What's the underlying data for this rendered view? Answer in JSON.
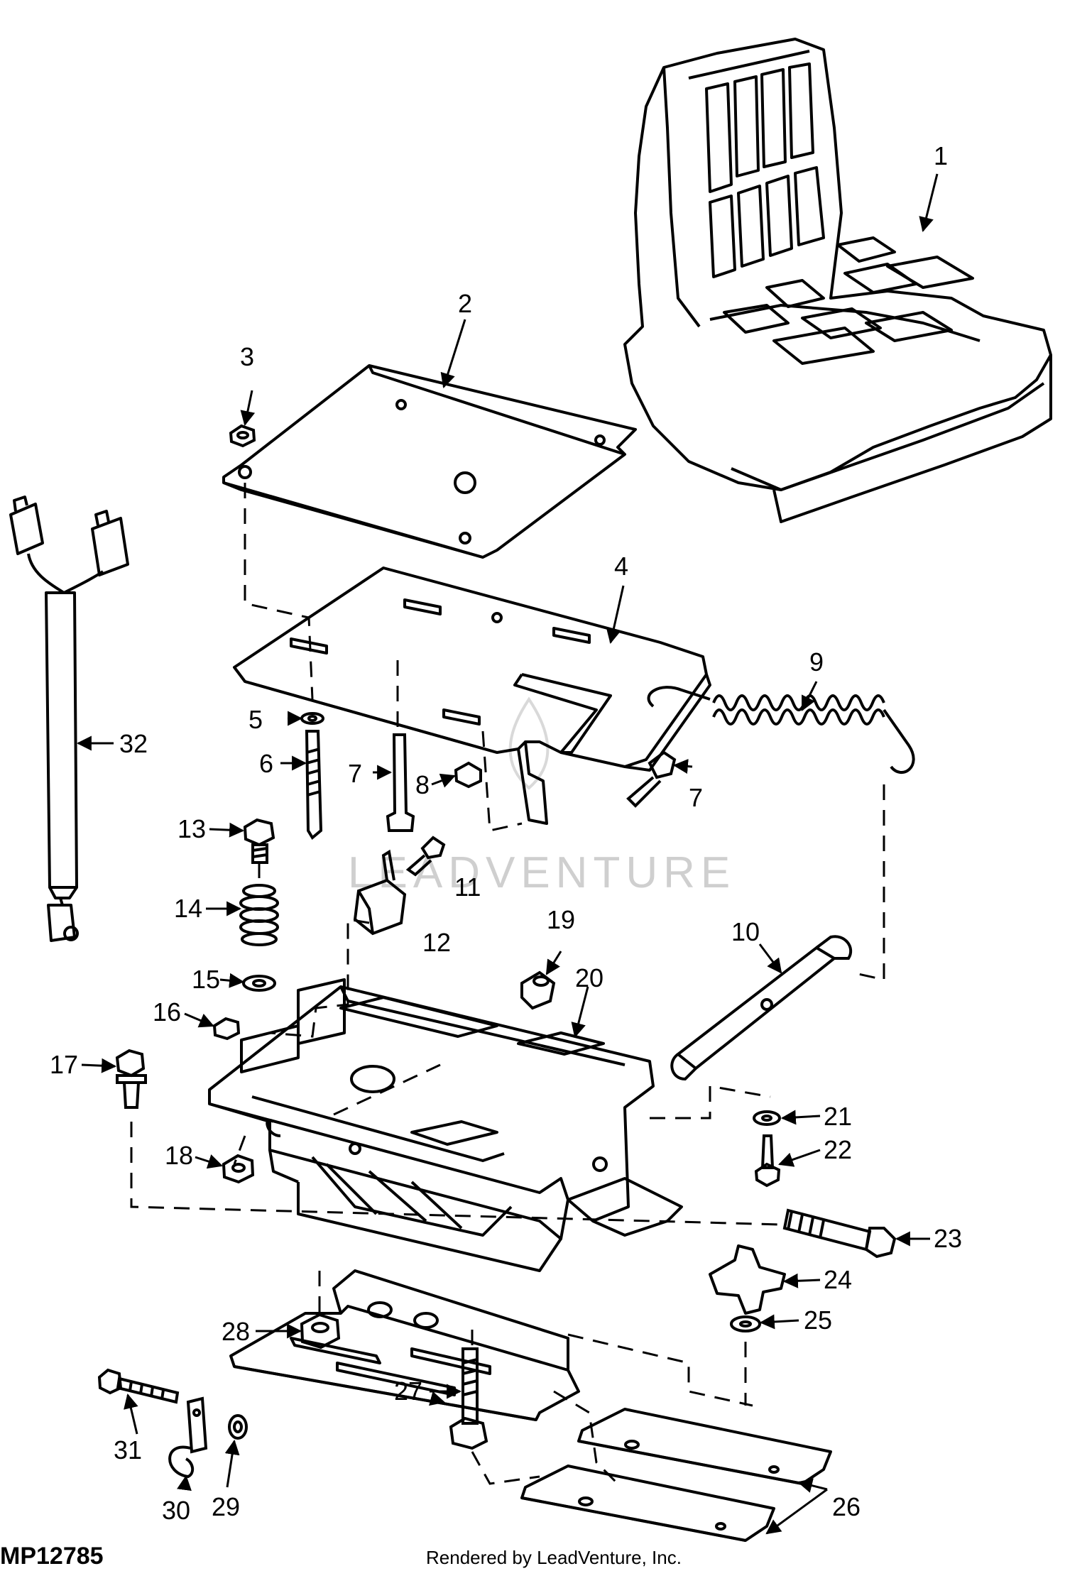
{
  "figure_id": "MP12785",
  "credit": "Rendered by LeadVenture, Inc.",
  "watermark": "LEADVENTURE",
  "callouts": [
    "1",
    "2",
    "3",
    "4",
    "5",
    "6",
    "7",
    "7",
    "8",
    "9",
    "10",
    "11",
    "12",
    "13",
    "14",
    "15",
    "16",
    "17",
    "18",
    "19",
    "20",
    "21",
    "22",
    "23",
    "24",
    "25",
    "26",
    "27",
    "28",
    "29",
    "30",
    "31",
    "32"
  ]
}
